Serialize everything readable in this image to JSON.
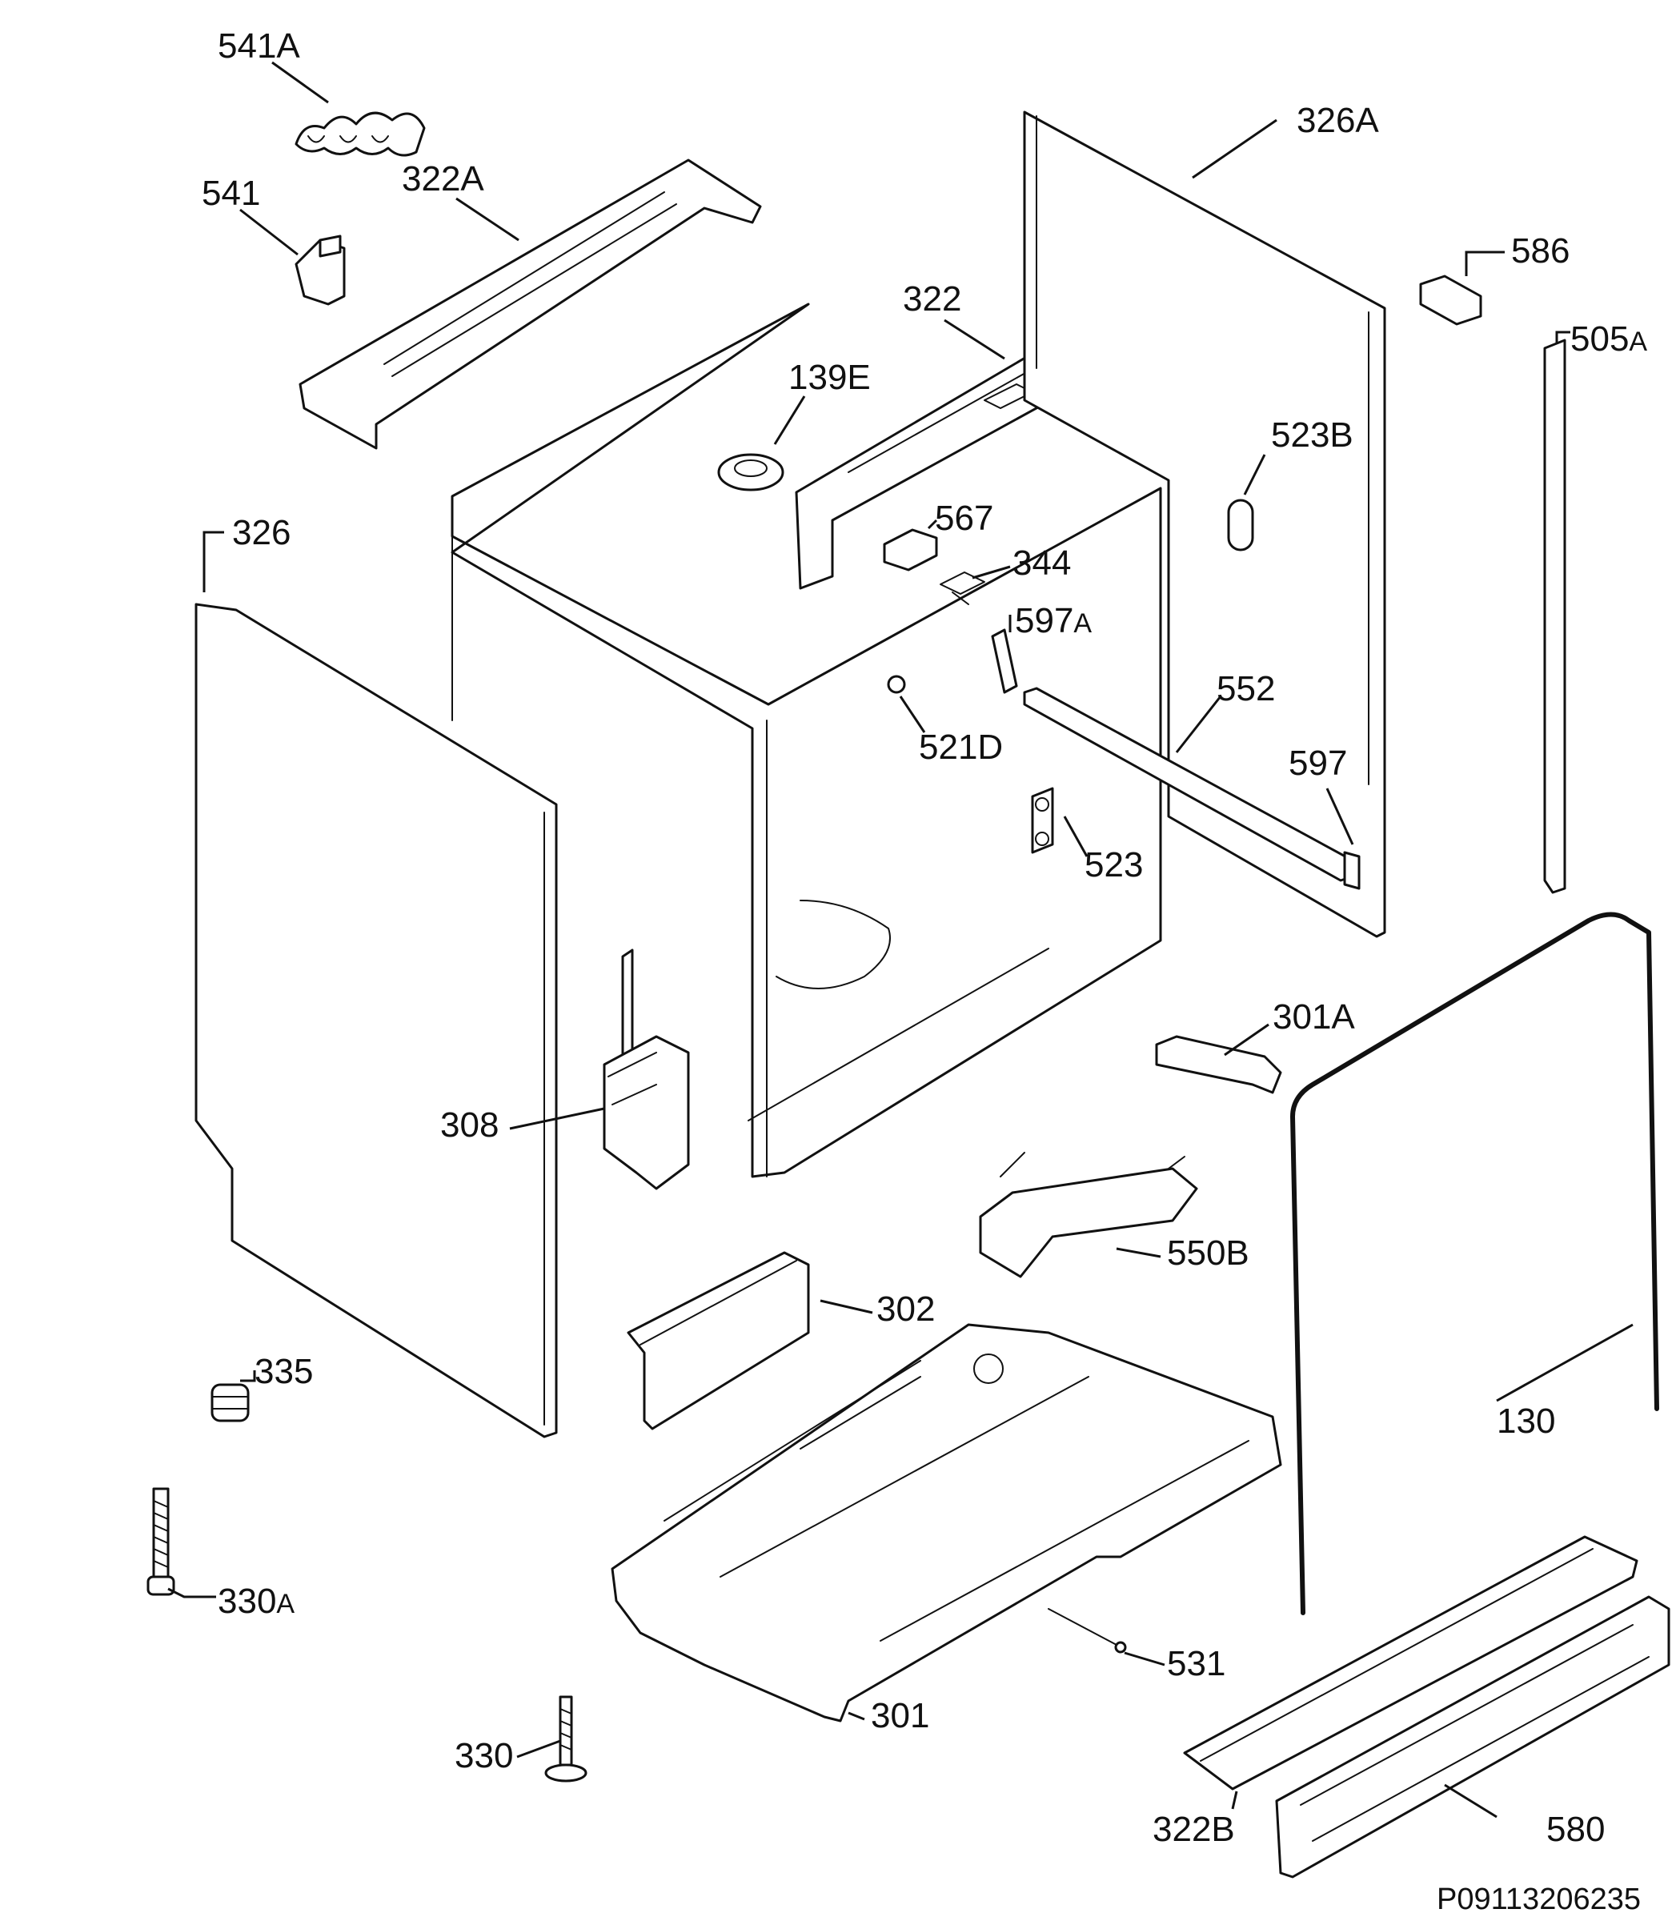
{
  "labels": {
    "l541A": "541A",
    "l541": "541",
    "l322A": "322A",
    "l322": "322",
    "l139E": "139E",
    "l326A": "326A",
    "l586": "586",
    "l505A_num": "505",
    "l505A_suf": "A",
    "l523B": "523B",
    "l326": "326",
    "l567": "567",
    "l344": "344",
    "l597A_num": "597",
    "l597A_suf": "A",
    "l552": "552",
    "l521D": "521D",
    "l597": "597",
    "l523": "523",
    "l301A": "301A",
    "l308": "308",
    "l550B": "550B",
    "l302": "302",
    "l335": "335",
    "l130": "130",
    "l330A_num": "330",
    "l330A_suf": "A",
    "l531": "531",
    "l301": "301",
    "l330": "330",
    "l322B": "322B",
    "l580": "580"
  },
  "document_id": "P09113206235"
}
